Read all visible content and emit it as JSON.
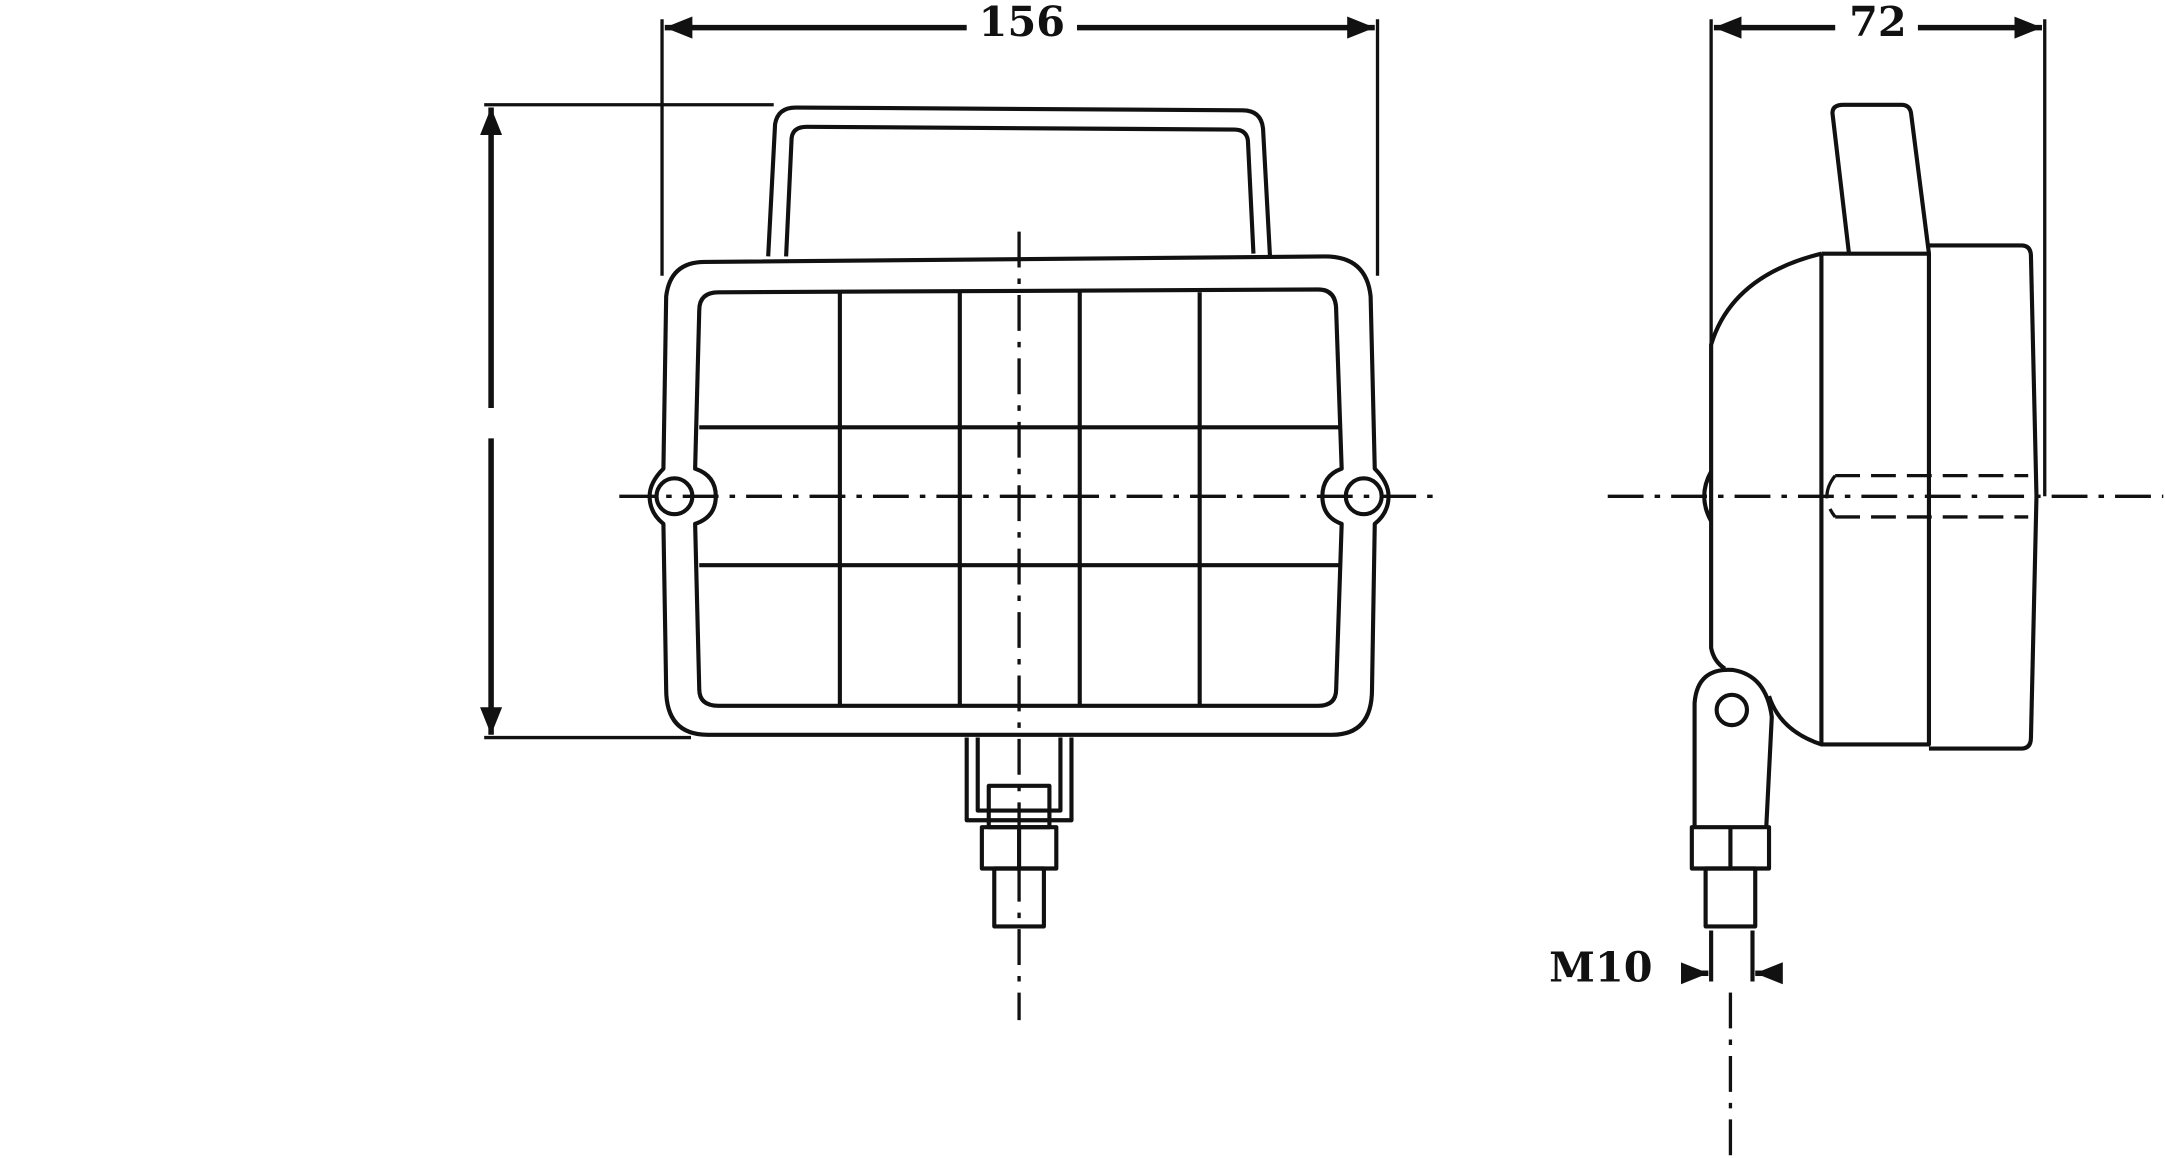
{
  "drawing": {
    "front_view": {
      "width_label": "156"
    },
    "side_view": {
      "depth_label": "72",
      "thread_label": "M10"
    },
    "line_color": "#111111",
    "background": "#ffffff"
  }
}
